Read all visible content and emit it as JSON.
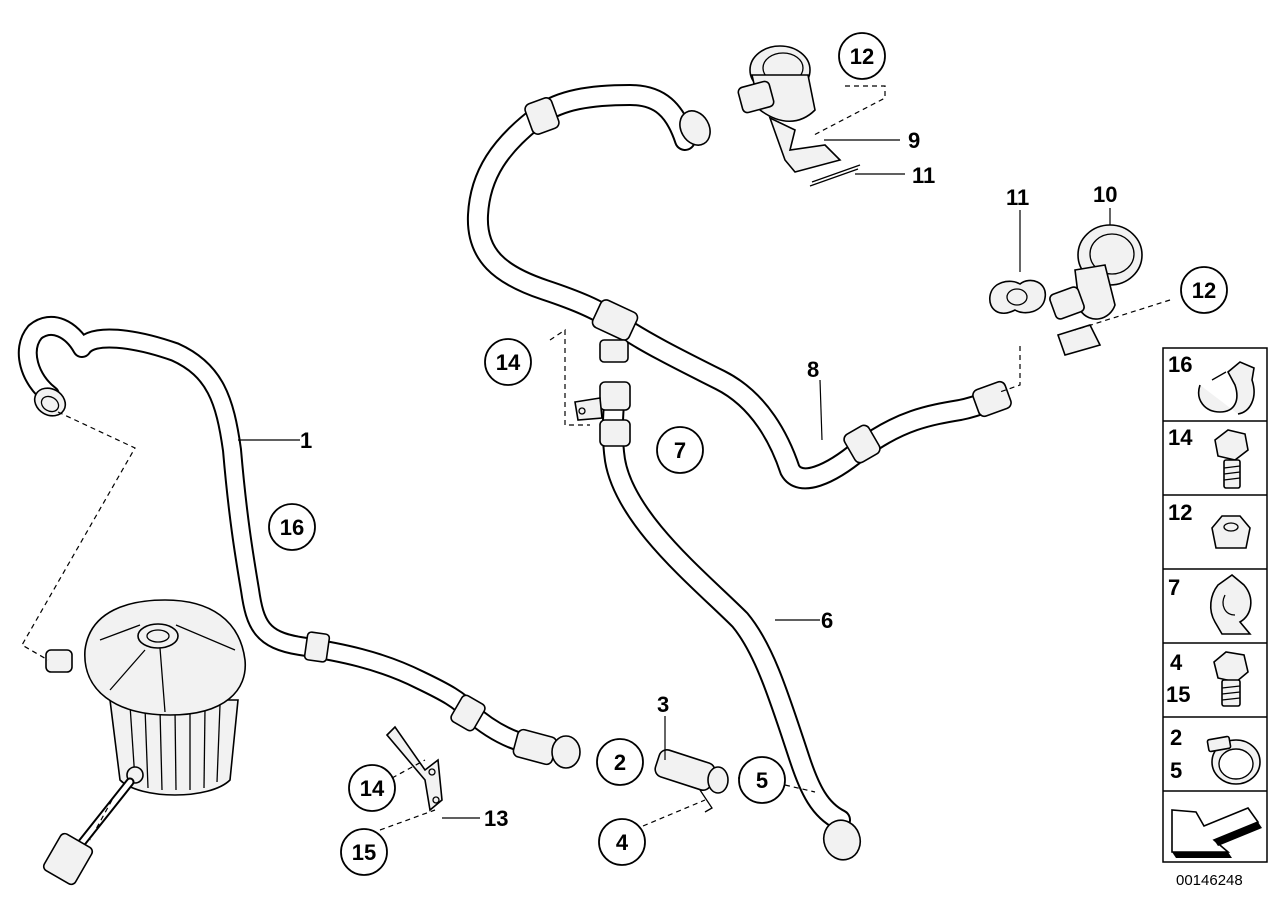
{
  "diagram": {
    "id": "00146248",
    "part_labels": [
      {
        "key": "p1",
        "text": "1",
        "circled": false
      },
      {
        "key": "p16",
        "text": "16",
        "circled": true
      },
      {
        "key": "p14a",
        "text": "14",
        "circled": true
      },
      {
        "key": "p7",
        "text": "7",
        "circled": true
      },
      {
        "key": "p12a",
        "text": "12",
        "circled": true
      },
      {
        "key": "p9",
        "text": "9",
        "circled": false
      },
      {
        "key": "p11a",
        "text": "11",
        "circled": false
      },
      {
        "key": "p11b",
        "text": "11",
        "circled": false
      },
      {
        "key": "p10",
        "text": "10",
        "circled": false
      },
      {
        "key": "p12b",
        "text": "12",
        "circled": true
      },
      {
        "key": "p8",
        "text": "8",
        "circled": false
      },
      {
        "key": "p6",
        "text": "6",
        "circled": false
      },
      {
        "key": "p3",
        "text": "3",
        "circled": false
      },
      {
        "key": "p2",
        "text": "2",
        "circled": true
      },
      {
        "key": "p5",
        "text": "5",
        "circled": true
      },
      {
        "key": "p4",
        "text": "4",
        "circled": true
      },
      {
        "key": "p14b",
        "text": "14",
        "circled": true
      },
      {
        "key": "p15",
        "text": "15",
        "circled": true
      },
      {
        "key": "p13",
        "text": "13",
        "circled": false
      }
    ],
    "legend": [
      {
        "labels": [
          "16"
        ],
        "icon": "hose-clip-icon"
      },
      {
        "labels": [
          "14"
        ],
        "icon": "hex-bolt-icon"
      },
      {
        "labels": [
          "12"
        ],
        "icon": "hex-nut-icon"
      },
      {
        "labels": [
          "7"
        ],
        "icon": "pipe-clamp-icon"
      },
      {
        "labels": [
          "4",
          "15"
        ],
        "icon": "hex-screw-icon"
      },
      {
        "labels": [
          "2",
          "5"
        ],
        "icon": "hose-clamp-icon"
      },
      {
        "labels": [],
        "icon": "direction-arrow-icon"
      }
    ]
  }
}
